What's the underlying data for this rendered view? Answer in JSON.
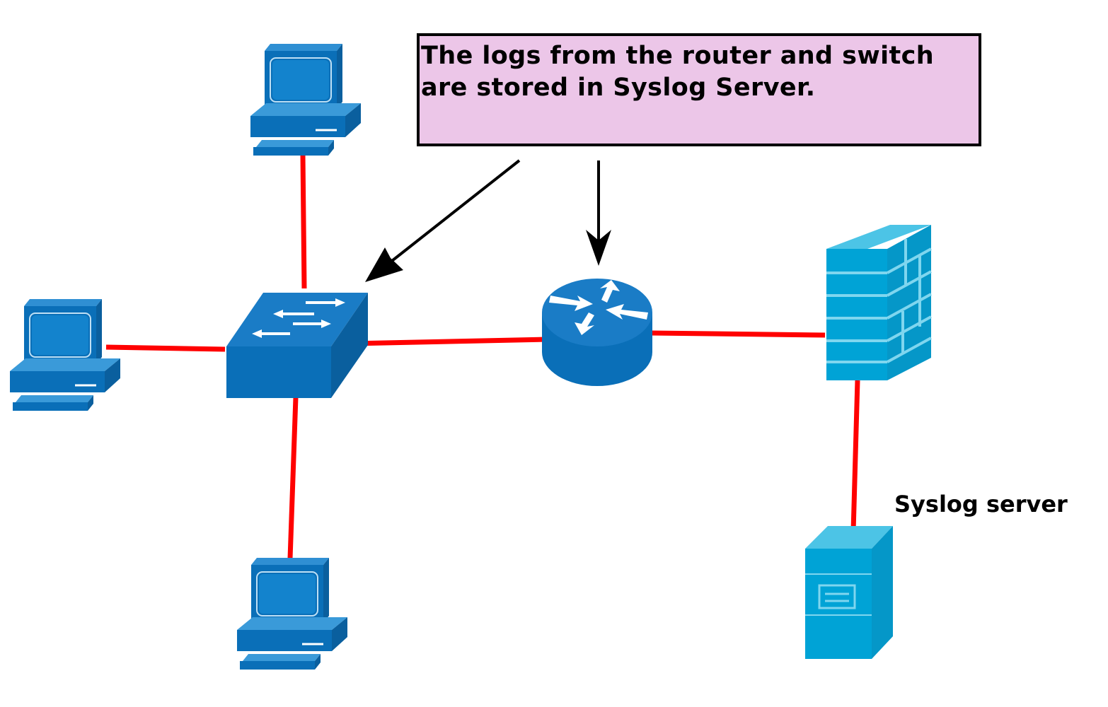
{
  "note": {
    "text": "The logs from the router and switch\nare stored in Syslog Server."
  },
  "labels": {
    "syslog_server": "Syslog server"
  },
  "colors": {
    "link": "#ff0000",
    "device_dark": "#0a6fb8",
    "device_light": "#00a3d6",
    "note_fill": "#ecc6e8",
    "arrow": "#000000"
  },
  "nodes": [
    {
      "id": "pc-top",
      "icon": "computer-icon"
    },
    {
      "id": "pc-left",
      "icon": "computer-icon"
    },
    {
      "id": "pc-bottom",
      "icon": "computer-icon"
    },
    {
      "id": "switch",
      "icon": "switch-icon"
    },
    {
      "id": "router",
      "icon": "router-icon"
    },
    {
      "id": "firewall",
      "icon": "firewall-icon"
    },
    {
      "id": "syslog-server",
      "icon": "server-icon"
    }
  ],
  "links": [
    {
      "from": "pc-top",
      "to": "switch"
    },
    {
      "from": "pc-left",
      "to": "switch"
    },
    {
      "from": "pc-bottom",
      "to": "switch"
    },
    {
      "from": "switch",
      "to": "router"
    },
    {
      "from": "router",
      "to": "firewall"
    },
    {
      "from": "firewall",
      "to": "syslog-server"
    }
  ],
  "annotations": [
    {
      "from": "note",
      "to": "switch"
    },
    {
      "from": "note",
      "to": "router"
    }
  ]
}
